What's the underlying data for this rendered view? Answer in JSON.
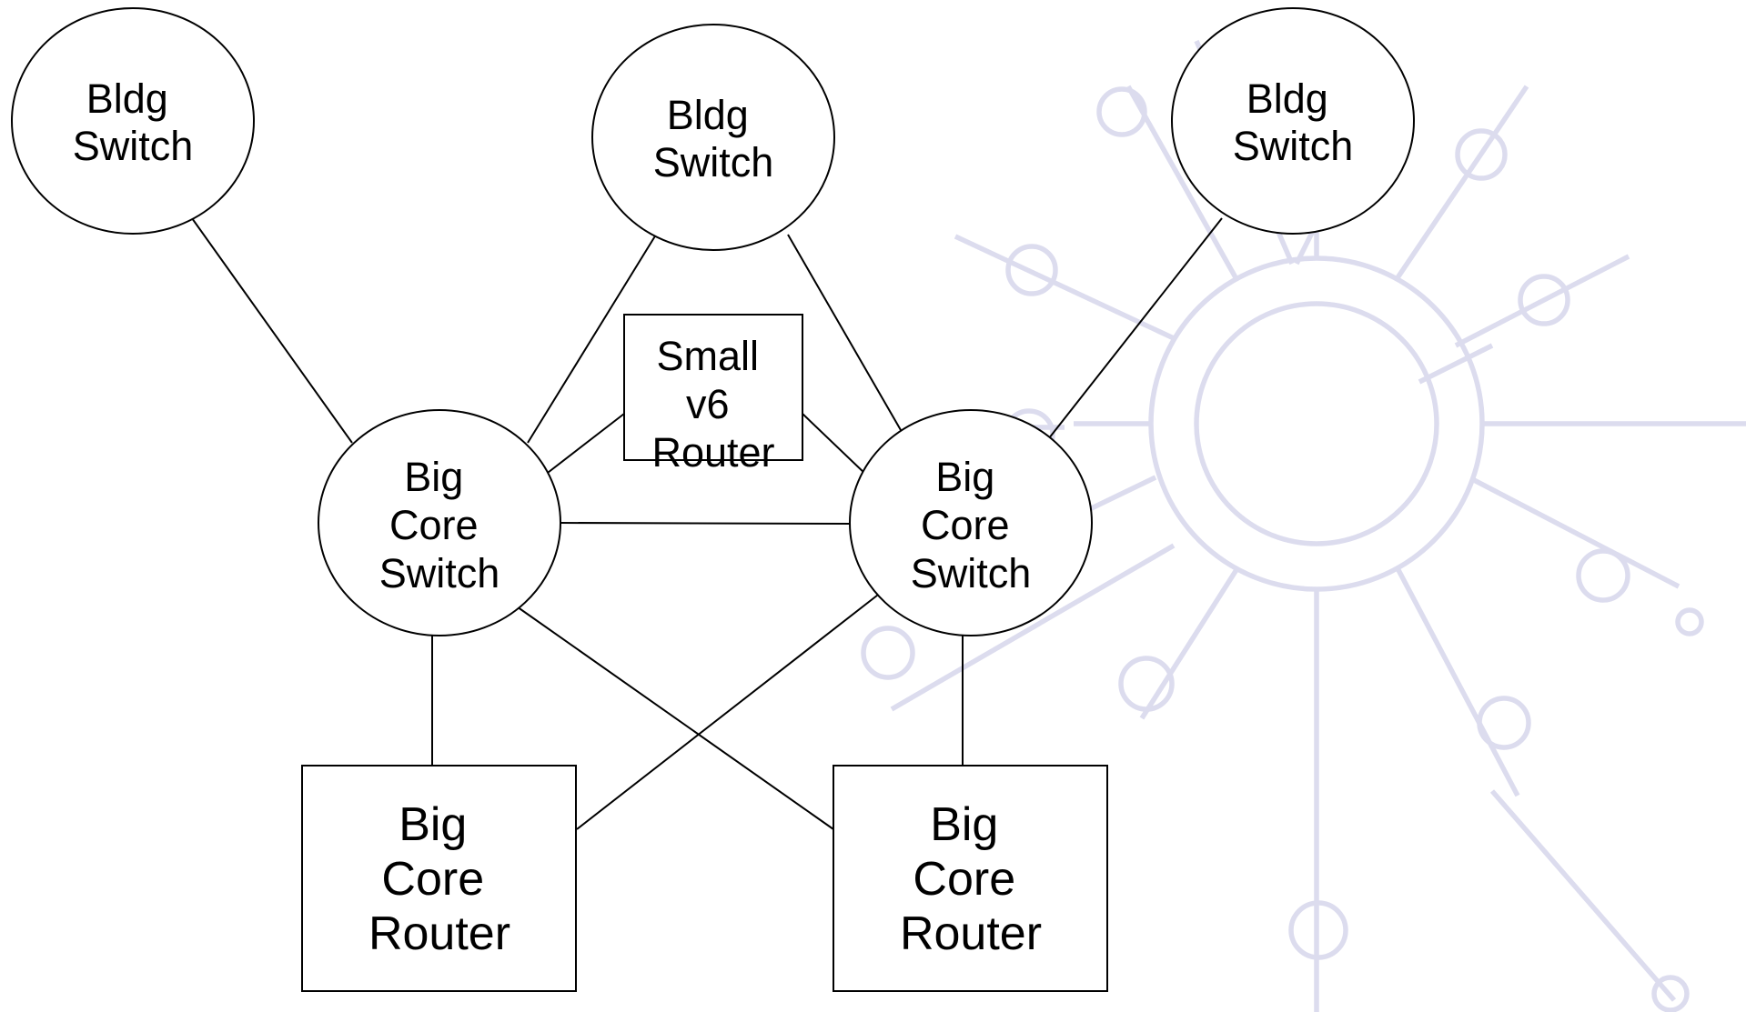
{
  "nodes": {
    "bldg_switch_left": {
      "lines": [
        "Bldg",
        "Switch"
      ]
    },
    "bldg_switch_middle": {
      "lines": [
        "Bldg",
        "Switch"
      ]
    },
    "bldg_switch_right": {
      "lines": [
        "Bldg",
        "Switch"
      ]
    },
    "small_v6_router": {
      "lines": [
        "Small",
        "v6",
        "Router"
      ]
    },
    "big_core_switch_left": {
      "lines": [
        "Big",
        "Core",
        "Switch"
      ]
    },
    "big_core_switch_right": {
      "lines": [
        "Big",
        "Core",
        "Switch"
      ]
    },
    "big_core_router_left": {
      "lines": [
        "Big",
        "Core",
        "Router"
      ]
    },
    "big_core_router_right": {
      "lines": [
        "Big",
        "Core",
        "Router"
      ]
    }
  },
  "edges": [
    {
      "from": "bldg_switch_left",
      "to": "big_core_switch_left"
    },
    {
      "from": "bldg_switch_middle",
      "to": "big_core_switch_left"
    },
    {
      "from": "bldg_switch_middle",
      "to": "big_core_switch_right"
    },
    {
      "from": "bldg_switch_right",
      "to": "big_core_switch_right"
    },
    {
      "from": "small_v6_router",
      "to": "big_core_switch_left"
    },
    {
      "from": "small_v6_router",
      "to": "big_core_switch_right"
    },
    {
      "from": "big_core_switch_left",
      "to": "big_core_switch_right"
    },
    {
      "from": "big_core_switch_left",
      "to": "big_core_router_left"
    },
    {
      "from": "big_core_switch_left",
      "to": "big_core_router_right"
    },
    {
      "from": "big_core_switch_right",
      "to": "big_core_router_right"
    },
    {
      "from": "big_core_switch_right",
      "to": "big_core_router_left"
    }
  ],
  "colors": {
    "line": "#000000",
    "node_fill": "#ffffff",
    "watermark": "#dcdcee"
  }
}
